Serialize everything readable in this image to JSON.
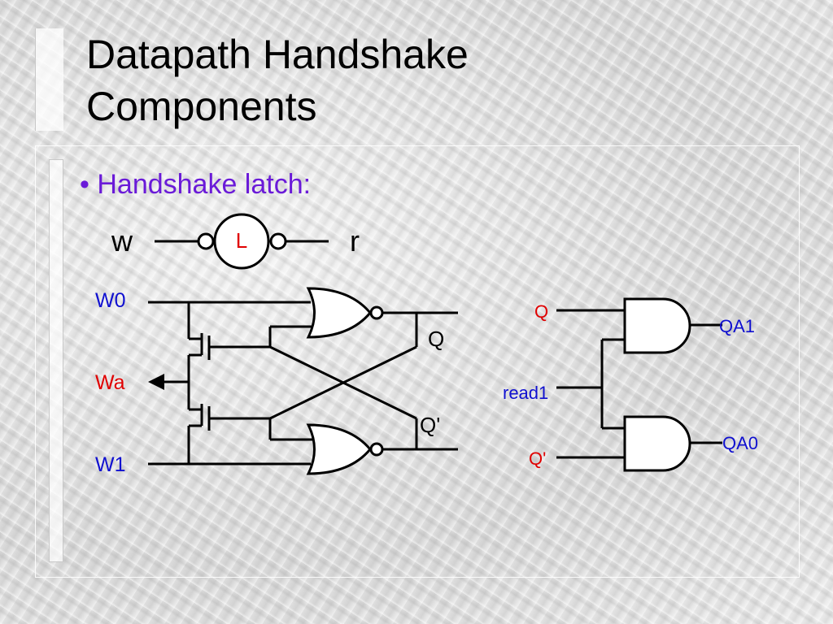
{
  "slide": {
    "title_line1": "Datapath Handshake",
    "title_line2": "Components",
    "bullet": "• Handshake latch:"
  },
  "latch_symbol": {
    "input": "w",
    "output": "r",
    "label": "L"
  },
  "latch_circuit": {
    "w0": "W0",
    "wa": "Wa",
    "w1": "W1",
    "q": "Q",
    "q_bar": "Q'"
  },
  "read_logic": {
    "q": "Q",
    "read": "read1",
    "q_bar": "Q'",
    "out1": "QA1",
    "out0": "QA0"
  },
  "colors": {
    "bullet": "#6a1ad8",
    "blue_label": "#1010d0",
    "red_label": "#e00000",
    "black": "#000000"
  }
}
